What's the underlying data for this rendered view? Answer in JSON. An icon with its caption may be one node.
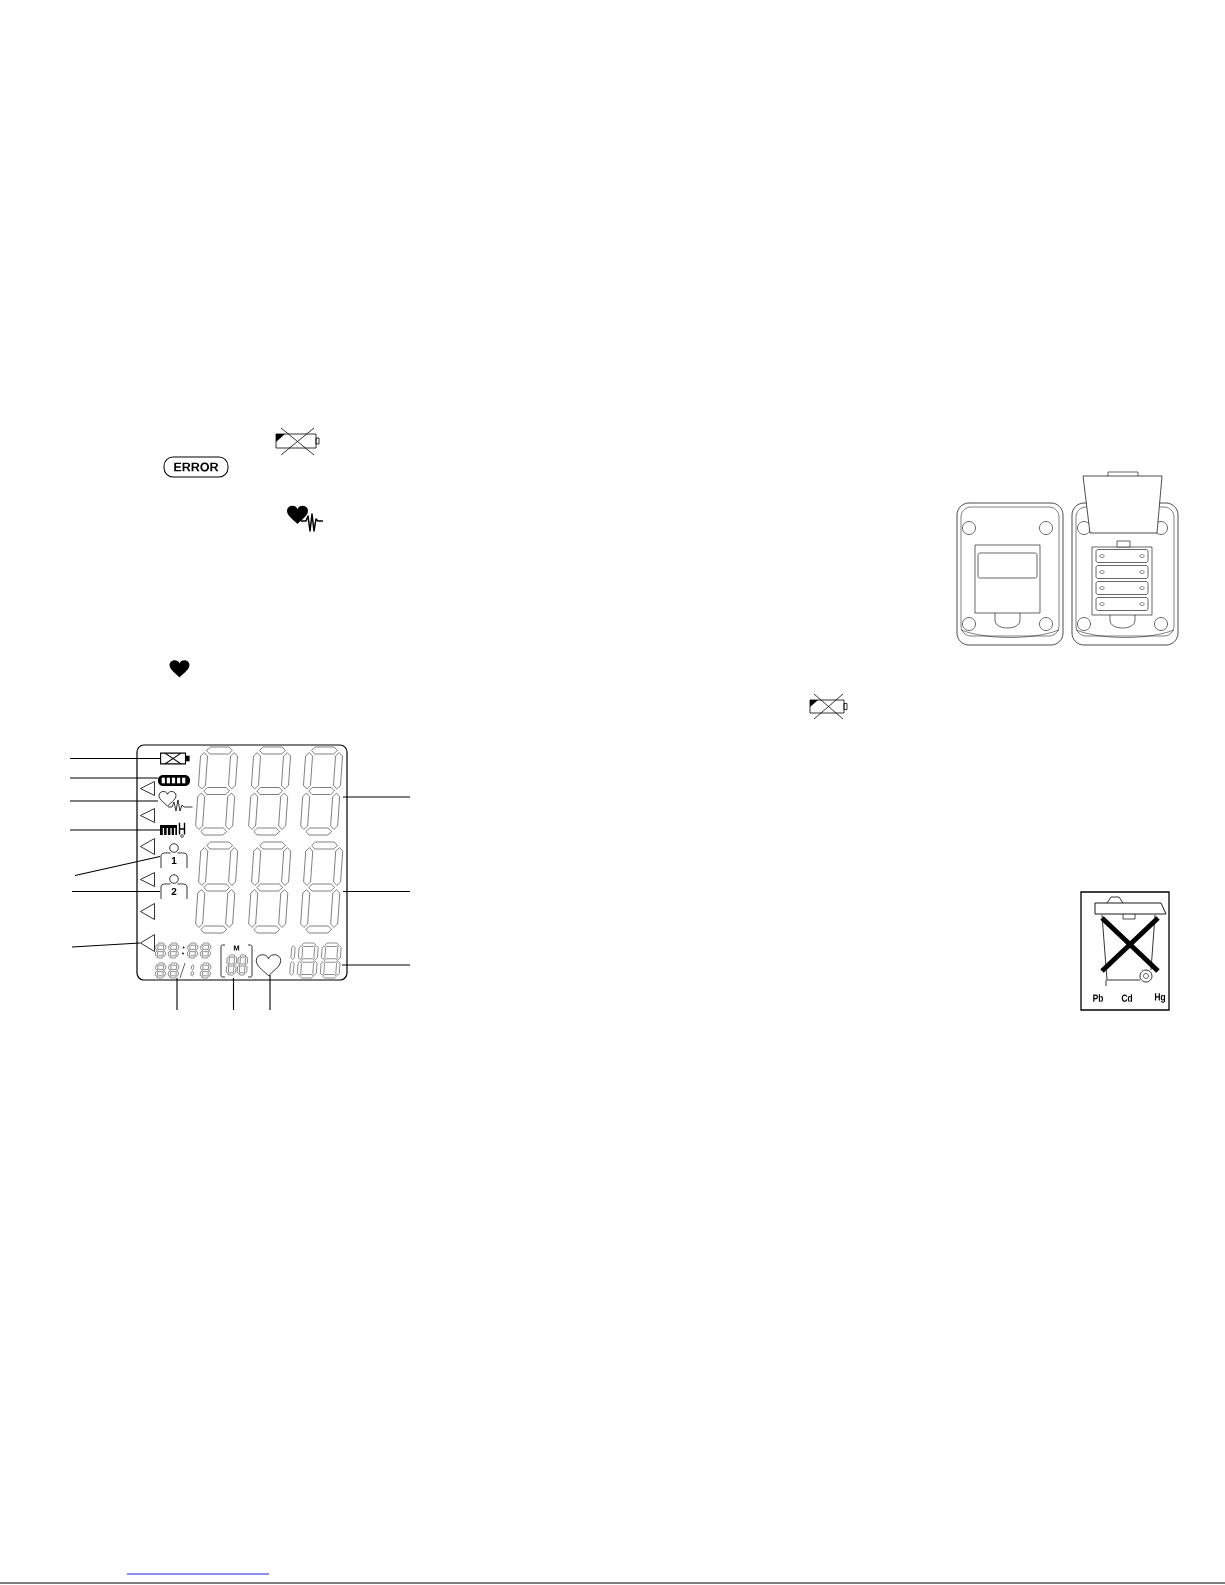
{
  "diagram": {
    "nodes": [
      {
        "text": [],
        "shape": "box"
      },
      {
        "text": [],
        "shape": "picture",
        "in": 0
      },
      {
        "text": [],
        "shape": "picture",
        "in": 0
      },
      {
        "text": [],
        "shape": "triangle",
        "in": 0
      },
      {
        "text": [],
        "shape": "picture",
        "in": 0
      },
      {
        "text": [],
        "shape": "triangle",
        "in": 0
      },
      {
        "text": [],
        "shape": "picture",
        "in": 0
      },
      {
        "text": [],
        "shape": "triangle",
        "in": 0
      },
      {
        "text": [
          "1"
        ],
        "in": 0
      },
      {
        "text": [],
        "shape": "triangle",
        "in": 0
      },
      {
        "text": [
          "2"
        ],
        "in": 0
      },
      {
        "text": [],
        "shape": "triangle",
        "in": 0
      },
      {
        "text": [],
        "shape": "triangle",
        "in": 0
      },
      {
        "text": [],
        "shape": "picture",
        "in": 0
      },
      {
        "text": [],
        "shape": "picture",
        "in": 0
      },
      {
        "text": [],
        "shape": "picture",
        "in": 0
      },
      {
        "text": [],
        "shape": "picture",
        "in": 0
      },
      {
        "text": [
          "M"
        ],
        "in": 0
      },
      {
        "text": [],
        "shape": "picture",
        "in": 0
      }
    ],
    "edges": [
      {
        "from": null,
        "to": 1,
        "arrow": "none"
      },
      {
        "from": null,
        "to": 2,
        "arrow": "none"
      },
      {
        "from": null,
        "to": 4,
        "arrow": "none"
      },
      {
        "from": null,
        "to": 6,
        "arrow": "none"
      },
      {
        "from": null,
        "to": 8,
        "arrow": "none"
      },
      {
        "from": null,
        "to": 10,
        "arrow": "none"
      },
      {
        "from": null,
        "to": 12,
        "arrow": "none"
      },
      {
        "from": null,
        "to": 13,
        "arrow": "none"
      },
      {
        "from": null,
        "to": 14,
        "arrow": "none"
      },
      {
        "from": null,
        "to": 15,
        "arrow": "none"
      },
      {
        "from": null,
        "to": 16,
        "arrow": "none"
      },
      {
        "from": null,
        "to": 17,
        "arrow": "none"
      },
      {
        "from": null,
        "to": 18,
        "arrow": "none"
      }
    ],
    "labels": [
      "ERROR",
      "Pb",
      "Cd",
      "Hg"
    ]
  }
}
